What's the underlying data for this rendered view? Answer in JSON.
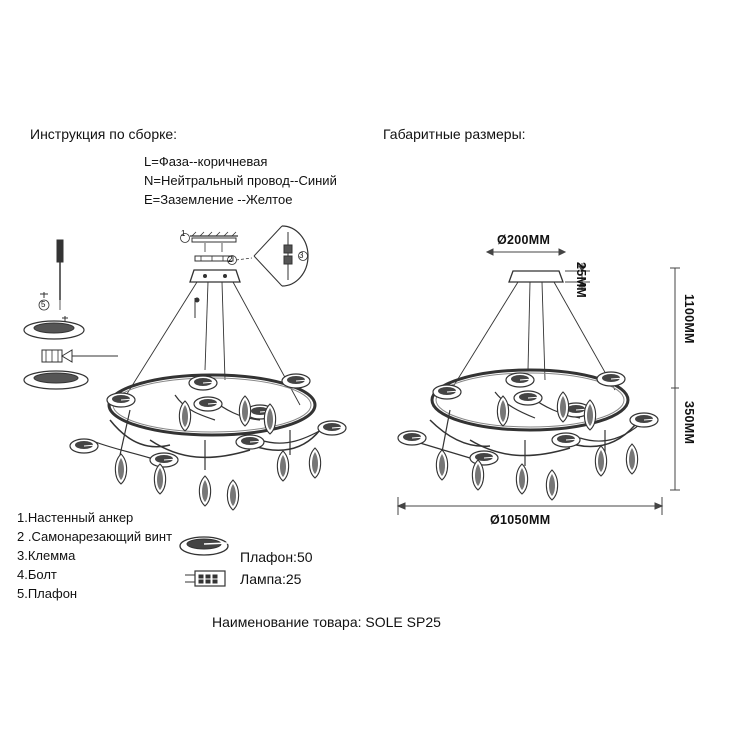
{
  "assembly": {
    "heading": "Инструкция по сборке:",
    "wiring": [
      "L=Фаза--коричневая",
      "N=Нейтральный провод--Синий",
      "E=Заземление --Желтое"
    ],
    "parts": [
      "1.Настенный анкер",
      "2 .Самонарезающий винт",
      "3.Клемма",
      "4.Болт",
      "5.Плафон"
    ],
    "callouts": [
      "1",
      "2",
      "3",
      "5"
    ],
    "shade_label": "Плафон:50",
    "lamp_label": "Лампа:25"
  },
  "dimensions": {
    "heading": "Габаритные размеры:",
    "canopy_diameter": "Ø200MM",
    "canopy_height": "25MM",
    "total_height": "1100MM",
    "body_height": "350MM",
    "overall_diameter": "Ø1050MM"
  },
  "product": {
    "name_line": "Наименование товара: SOLE SP25"
  },
  "colors": {
    "line": "#333333",
    "background": "#ffffff"
  }
}
